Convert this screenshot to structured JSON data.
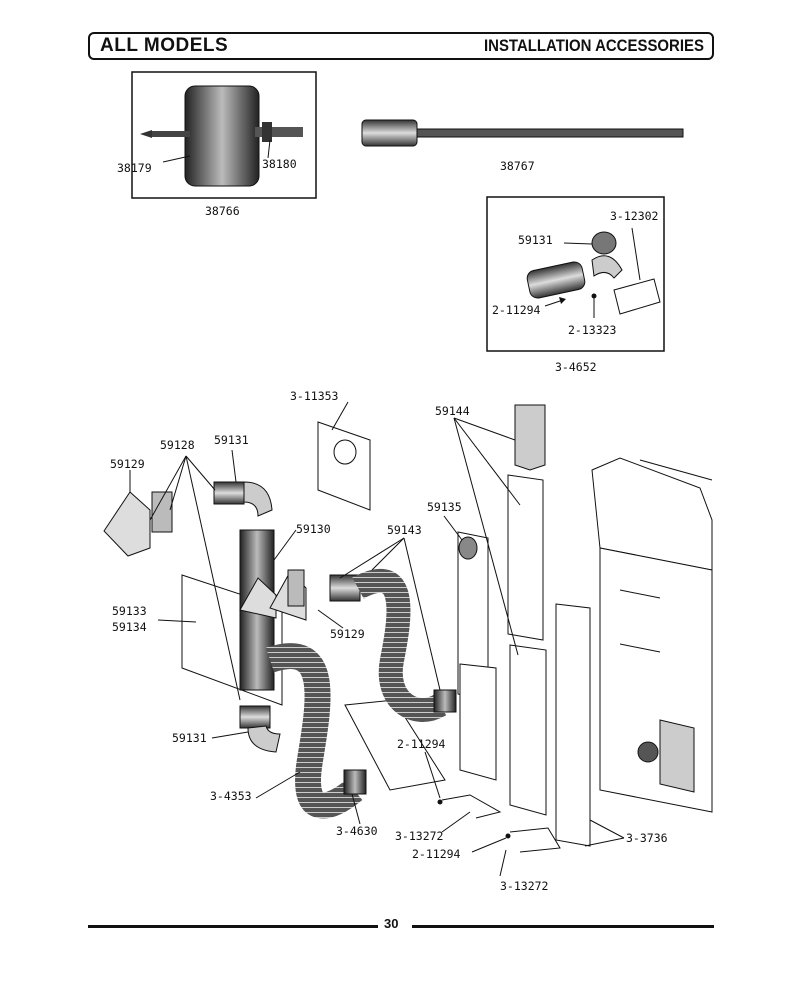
{
  "header": {
    "left": "ALL MODELS",
    "right": "INSTALLATION ACCESSORIES"
  },
  "page_number": "30",
  "parts": {
    "p38179": "38179",
    "p38180": "38180",
    "p38766": "38766",
    "p38767": "38767",
    "p3_12302": "3-12302",
    "p59131_kit": "59131",
    "p2_11294_kit": "2-11294",
    "p2_13323": "2-13323",
    "p3_4652": "3-4652",
    "p3_11353": "3-11353",
    "p59144": "59144",
    "p59128": "59128",
    "p59131_a": "59131",
    "p59129_a": "59129",
    "p59135": "59135",
    "p59143": "59143",
    "p59130": "59130",
    "p59133": "59133",
    "p59134": "59134",
    "p59129_b": "59129",
    "p59131_b": "59131",
    "p2_11294_a": "2-11294",
    "p3_4353": "3-4353",
    "p3_4630": "3-4630",
    "p3_13272_a": "3-13272",
    "p2_11294_b": "2-11294",
    "p3_3736": "3-3736",
    "p3_13272_b": "3-13272"
  }
}
